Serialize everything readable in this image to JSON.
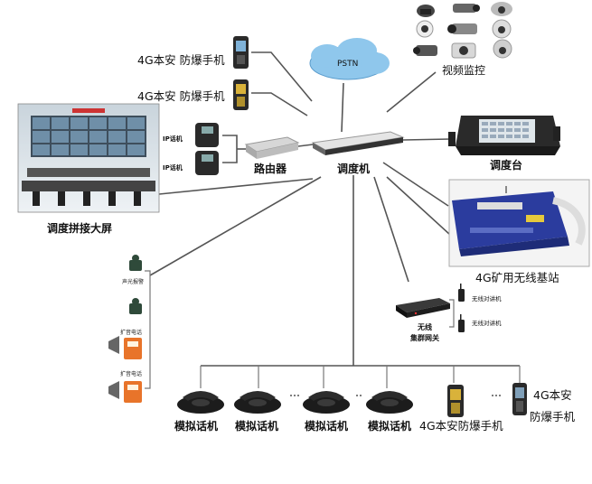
{
  "labels": {
    "phone_4g_top1": "4G本安 防爆手机",
    "phone_4g_top2": "4G本安 防爆手机",
    "pstn": "PSTN",
    "video": "视频监控",
    "ip_phone1": "IP话机",
    "ip_phone2": "IP话机",
    "router": "路由器",
    "dispatcher": "调度机",
    "console": "调度台",
    "screen_wall": "调度拼接大屏",
    "base_station": "4G矿用无线基站",
    "alarm": "声光报警",
    "speaker1": "扩音电话",
    "speaker2": "扩音电话",
    "gateway_line1": "无线",
    "gateway_line2": "集群网关",
    "radio1": "无线对讲机",
    "radio2": "无线对讲机",
    "analog1": "模拟话机",
    "analog2": "模拟话机",
    "analog3": "模拟话机",
    "analog4": "模拟话机",
    "phone_4g_bottom": "4G本安防爆手机",
    "phone_4g_right_line1": "4G本安",
    "phone_4g_right_line2": "防爆手机"
  },
  "colors": {
    "line": "#555555",
    "cloud": "#8fc7ec",
    "base_station": "#2b3c9e",
    "speaker": "#e8742a",
    "wall_screen": "#6f8fa8"
  },
  "icons": [
    "phone-4g-icon",
    "cloud-icon",
    "camera-icon",
    "ip-phone-icon",
    "router-icon",
    "server-icon",
    "console-icon",
    "video-wall-icon",
    "base-station-icon",
    "alarm-icon",
    "speaker-phone-icon",
    "gateway-icon",
    "radio-icon",
    "analog-phone-icon"
  ]
}
